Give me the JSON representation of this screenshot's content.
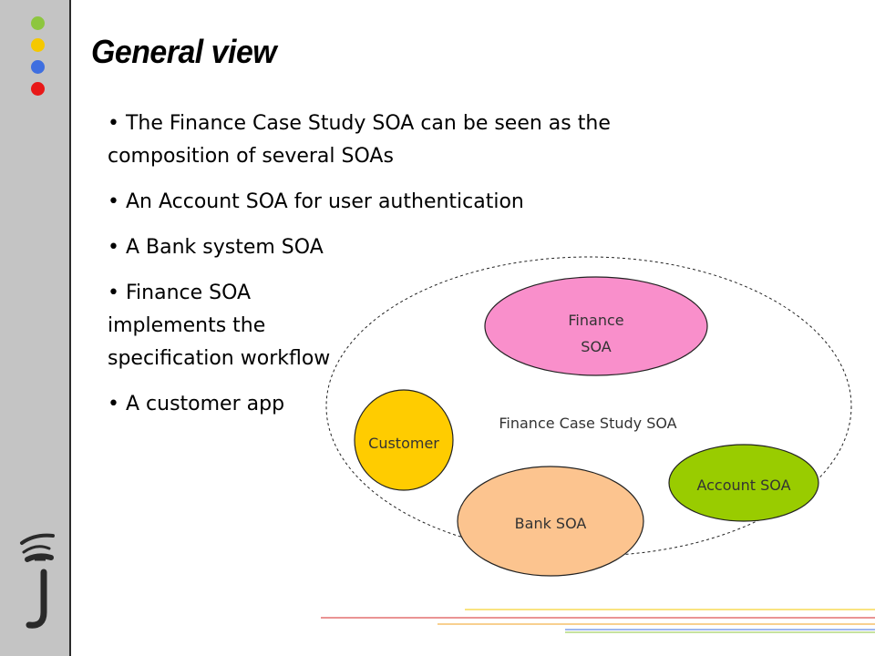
{
  "slide": {
    "title": "General view",
    "bullets": [
      "The Finance Case Study SOA can be seen as the composition of several SOAs",
      "An Account SOA for user authentication",
      "A Bank system SOA",
      "Finance SOA implements the specification workflow",
      "A customer app"
    ]
  },
  "decor": {
    "dot_colors": [
      "#8dc63f",
      "#f5c800",
      "#3f6fe0",
      "#e81818"
    ],
    "sidebar_color": "#c4c4c4"
  },
  "diagram": {
    "container_label": "Finance Case Study SOA",
    "finance_line1": "Finance",
    "finance_line2": "SOA",
    "customer": "Customer",
    "bank": "Bank SOA",
    "account": "Account SOA",
    "colors": {
      "finance": "#f98fcb",
      "customer": "#ffcc00",
      "bank": "#fcc48f",
      "account": "#99cc00"
    }
  }
}
